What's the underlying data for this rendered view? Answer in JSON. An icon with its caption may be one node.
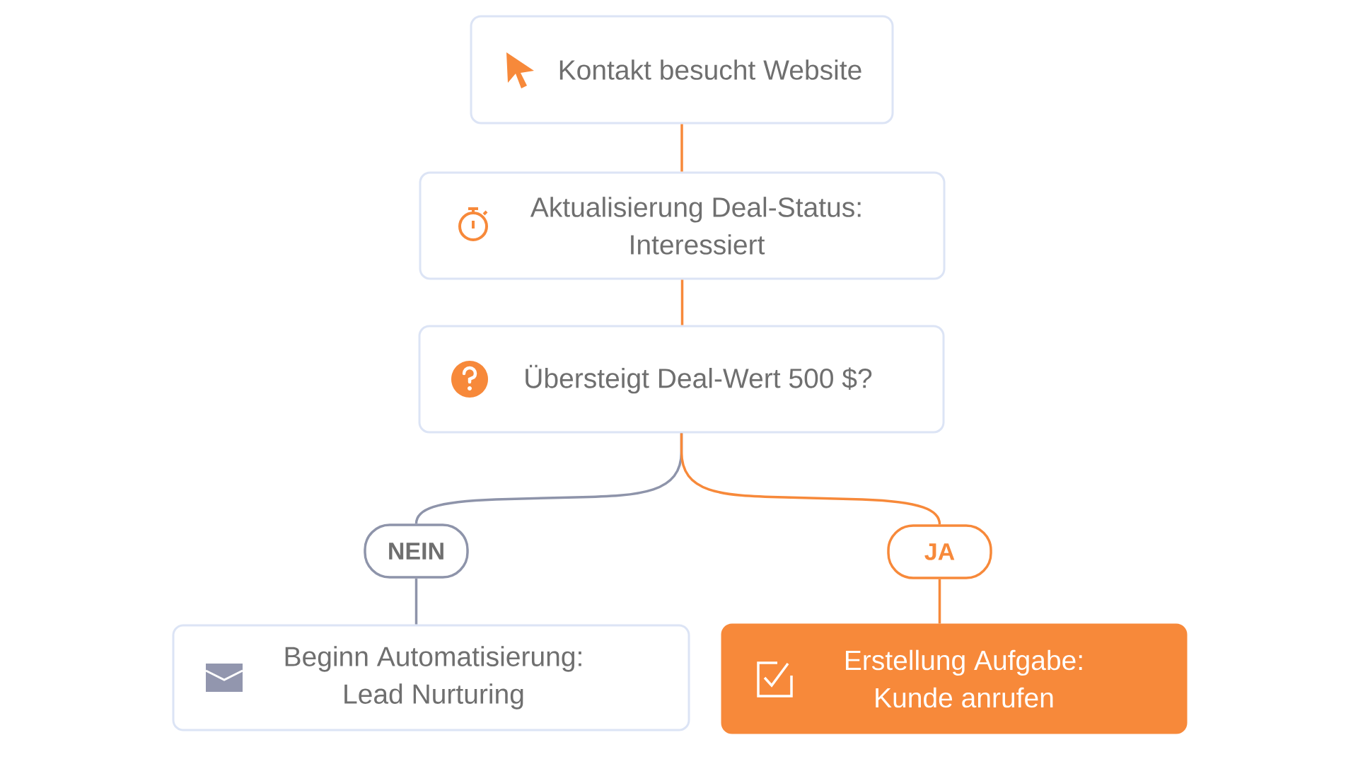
{
  "diagram": {
    "nodes": [
      {
        "text": [
          "Kontakt besucht Website"
        ]
      },
      {
        "text": [
          "Aktualisierung Deal-Status: Interessiert"
        ]
      },
      {
        "text": [
          "Übersteigt Deal-Wert 500 $?"
        ]
      },
      {
        "text": [
          "NEIN"
        ]
      },
      {
        "text": [
          "JA"
        ]
      },
      {
        "text": [
          "Beginn Automatisierung: Lead Nurturing"
        ]
      },
      {
        "text": [
          "Erstellung Aufgabe: Kunde anrufen"
        ]
      }
    ],
    "edges": [
      {
        "from": 0,
        "to": 1,
        "arrow": "none"
      },
      {
        "from": 1,
        "to": 2,
        "arrow": "none"
      },
      {
        "from": 2,
        "to": 3,
        "arrow": "none",
        "color": "#8e94aa"
      },
      {
        "from": 2,
        "to": 4,
        "arrow": "none"
      },
      {
        "from": 3,
        "to": 5,
        "arrow": "none",
        "color": "#8e94aa"
      },
      {
        "from": 4,
        "to": 6,
        "arrow": "none"
      }
    ]
  }
}
